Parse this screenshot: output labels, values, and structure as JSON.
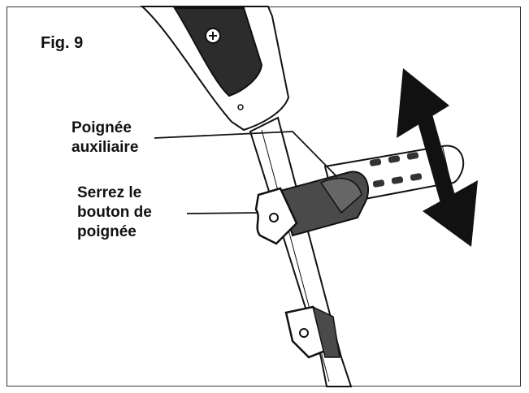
{
  "figure": {
    "label": "Fig. 9",
    "callouts": [
      {
        "lines": [
          "Poignée",
          "auxiliaire"
        ]
      },
      {
        "lines": [
          "Serrez le",
          "bouton de",
          "poignée"
        ]
      }
    ],
    "colors": {
      "line": "#111111",
      "arrow": "#111111",
      "grip": "#3a3a3a",
      "handle": "#555555",
      "background": "#ffffff"
    }
  }
}
